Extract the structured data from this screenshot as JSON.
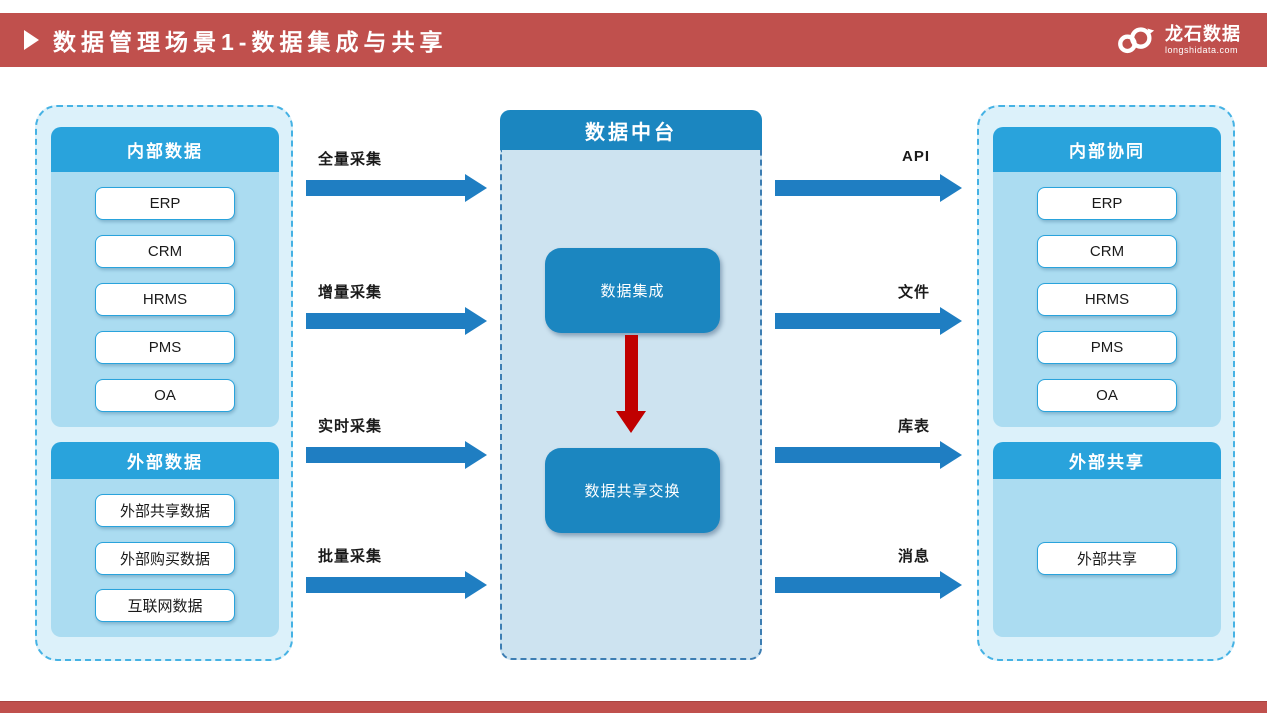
{
  "header": {
    "title": "数据管理场景1-数据集成与共享",
    "logo_text": "龙石数据",
    "logo_subtext": "longshidata.com"
  },
  "panels": {
    "left": {
      "sections": [
        {
          "title": "内部数据",
          "items": [
            "ERP",
            "CRM",
            "HRMS",
            "PMS",
            "OA"
          ]
        },
        {
          "title": "外部数据",
          "items": [
            "外部共享数据",
            "外部购买数据",
            "互联网数据"
          ]
        }
      ]
    },
    "center": {
      "title": "数据中台",
      "nodes": [
        "数据集成",
        "数据共享交换"
      ]
    },
    "right": {
      "sections": [
        {
          "title": "内部协同",
          "items": [
            "ERP",
            "CRM",
            "HRMS",
            "PMS",
            "OA"
          ]
        },
        {
          "title": "外部共享",
          "items": [
            "外部共享"
          ]
        }
      ]
    }
  },
  "arrows": {
    "left": [
      "全量采集",
      "增量采集",
      "实时采集",
      "批量采集"
    ],
    "right": [
      "API",
      "文件",
      "库表",
      "消息"
    ]
  },
  "colors": {
    "accent_red": "#C0504D",
    "flow_arrow_blue": "#1F7EC2",
    "bright_blue": "#29A3DC",
    "deep_blue": "#1B86C0",
    "center_red_arrow": "#C00000"
  }
}
